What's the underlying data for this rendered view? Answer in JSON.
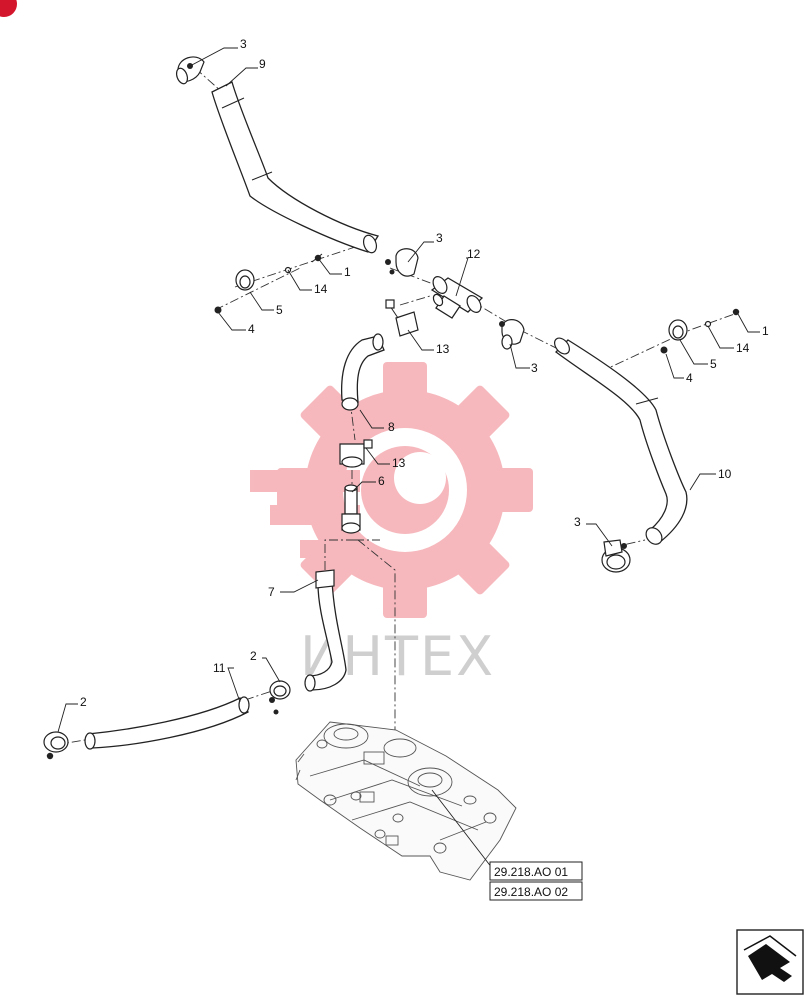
{
  "corner_badge": "",
  "watermark": {
    "text": "ИНТЕХ",
    "gear_color": "#f3a1a7"
  },
  "callouts": {
    "c3_top": "3",
    "c9": "9",
    "c3_mid": "3",
    "c12": "12",
    "c1_left": "1",
    "c14_left": "14",
    "c5_left": "5",
    "c4_left": "4",
    "c13_top": "13",
    "c3_right": "3",
    "c1_right": "1",
    "c14_right": "14",
    "c5_right": "5",
    "c4_right": "4",
    "c8": "8",
    "c13_mid": "13",
    "c6": "6",
    "c10": "10",
    "c3_low": "3",
    "c7": "7",
    "c11": "11",
    "c2_mid": "2",
    "c2_left": "2"
  },
  "references": {
    "ref1": "29.218.AO 01",
    "ref2": "29.218.AO 02"
  },
  "nav_icon": "previous-page-arrow-icon"
}
